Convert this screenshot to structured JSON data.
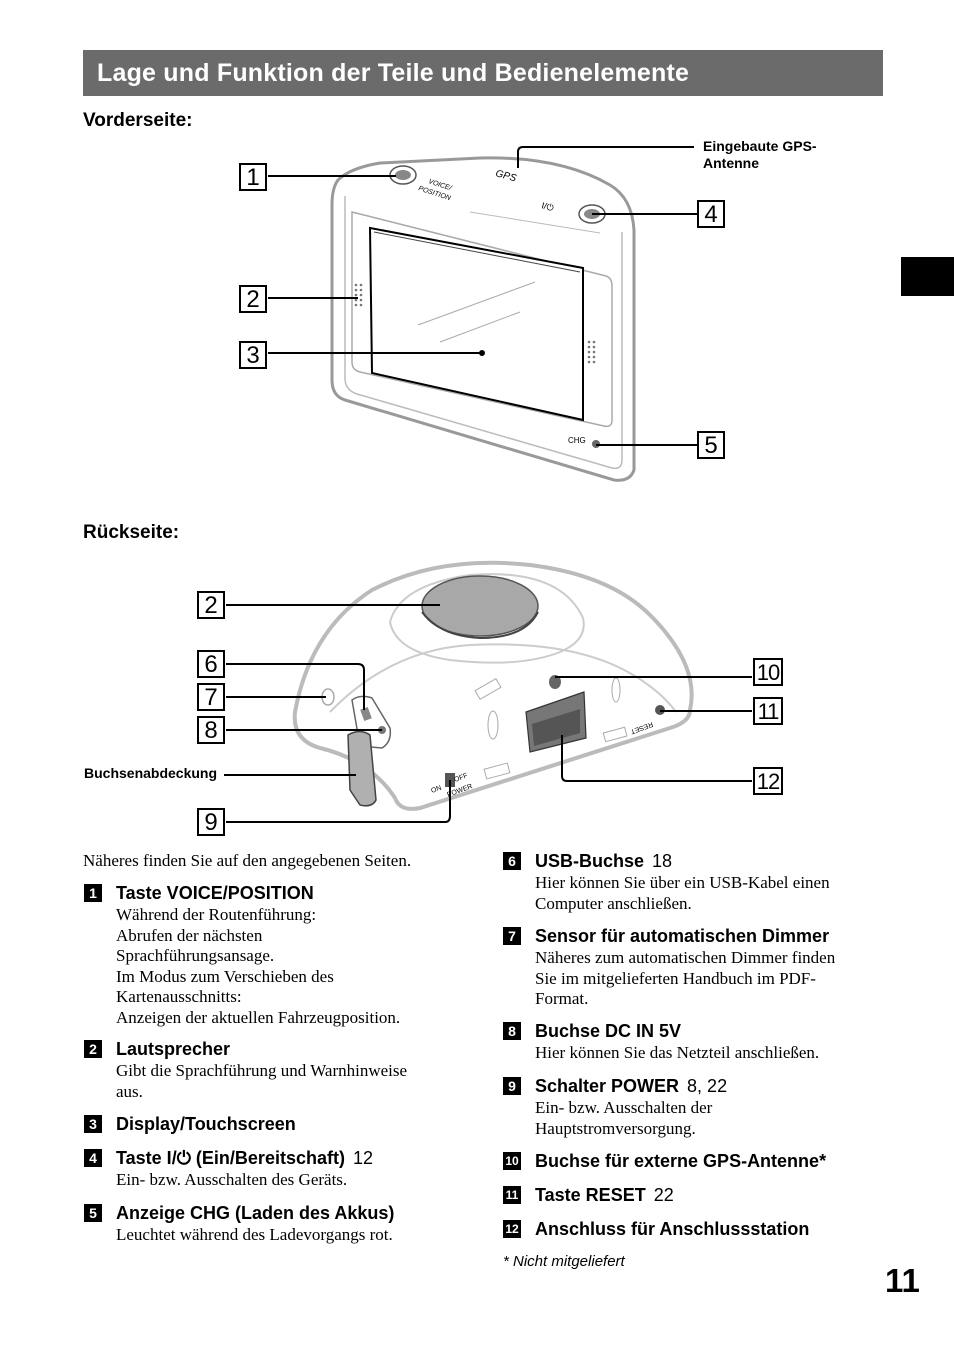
{
  "title": "Lage und Funktion der Teile und Bedienelemente",
  "front_heading": "Vorderseite:",
  "back_heading": "Rückseite:",
  "gps_antenna_callout": [
    "Eingebaute GPS-",
    "Antenne"
  ],
  "cover_callout": "Buchsenabdeckung",
  "device_labels": {
    "voice": "VOICE/",
    "position": "POSITION",
    "gps": "GPS",
    "power_symbol": "I/⏻",
    "chg": "CHG",
    "reset": "RESET",
    "power": "POWER",
    "off": "OFF",
    "on": "ON"
  },
  "front_callouts": [
    "1",
    "2",
    "3",
    "4",
    "5"
  ],
  "back_callouts": [
    "2",
    "6",
    "7",
    "8",
    "9",
    "10",
    "11",
    "12"
  ],
  "intro": "Näheres finden Sie auf den angegebenen Seiten.",
  "items_left": [
    {
      "num": "1",
      "title": "Taste VOICE/POSITION",
      "pages": "",
      "desc": [
        "Während der Routenführung:",
        "Abrufen der nächsten",
        "Sprachführungsansage.",
        "Im Modus zum Verschieben des",
        "Kartenausschnitts:",
        "Anzeigen der aktuellen Fahrzeugposition."
      ]
    },
    {
      "num": "2",
      "title": "Lautsprecher",
      "pages": "",
      "desc": [
        "Gibt die Sprachführung und Warnhinweise",
        "aus."
      ]
    },
    {
      "num": "3",
      "title": "Display/Touchscreen",
      "pages": "",
      "desc": []
    },
    {
      "num": "4",
      "title": "Taste I/⏻ (Ein/Bereitschaft)",
      "pages": "12",
      "desc": [
        "Ein- bzw. Ausschalten des Geräts."
      ]
    },
    {
      "num": "5",
      "title": "Anzeige CHG (Laden des Akkus)",
      "pages": "",
      "desc": [
        "Leuchtet während des Ladevorgangs rot."
      ]
    }
  ],
  "items_right": [
    {
      "num": "6",
      "title": "USB-Buchse",
      "pages": "18",
      "desc": [
        "Hier können Sie über ein USB-Kabel einen",
        "Computer anschließen."
      ]
    },
    {
      "num": "7",
      "title": "Sensor für automatischen Dimmer",
      "pages": "",
      "desc": [
        "Näheres zum automatischen Dimmer finden",
        "Sie im mitgelieferten Handbuch im PDF-",
        "Format."
      ]
    },
    {
      "num": "8",
      "title": "Buchse DC IN 5V",
      "pages": "",
      "desc": [
        "Hier können Sie das Netzteil anschließen."
      ]
    },
    {
      "num": "9",
      "title": "Schalter POWER",
      "pages": "8, 22",
      "desc": [
        "Ein- bzw. Ausschalten der",
        "Hauptstromversorgung."
      ]
    },
    {
      "num": "10",
      "title": "Buchse für externe GPS-Antenne*",
      "pages": "",
      "desc": []
    },
    {
      "num": "11",
      "title": "Taste RESET",
      "pages": "22",
      "desc": []
    },
    {
      "num": "12",
      "title": "Anschluss für Anschlussstation",
      "pages": "",
      "desc": []
    }
  ],
  "footnote": "* Nicht mitgeliefert",
  "page_number": "11"
}
